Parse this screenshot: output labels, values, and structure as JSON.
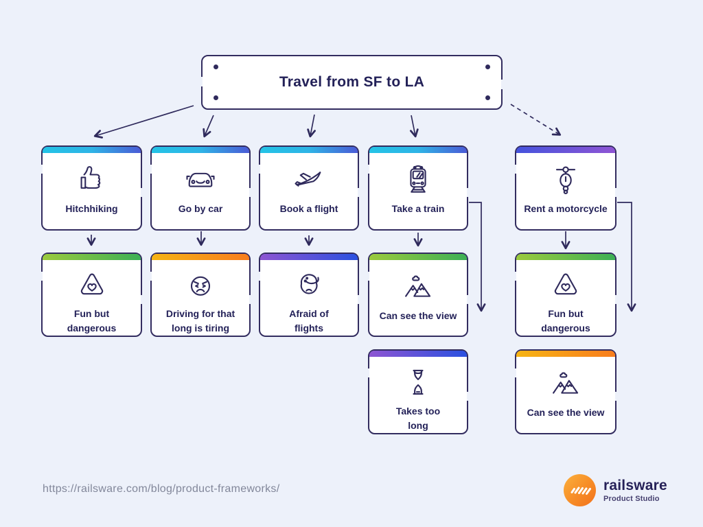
{
  "page": {
    "background": "#edf1fa",
    "line_color": "#2f2a5c",
    "text_color": "#232158"
  },
  "title_card": {
    "label": "Travel from SF to LA"
  },
  "options": [
    {
      "label": "Hitchhiking",
      "icon": "thumbs-up-icon",
      "bar": {
        "from": "#24c3e6",
        "mid": "#2eb4e6",
        "to": "#4b5bd6"
      }
    },
    {
      "label": "Go by car",
      "icon": "car-icon",
      "bar": {
        "from": "#24c3e6",
        "mid": "#2eb4e6",
        "to": "#4b5bd6"
      }
    },
    {
      "label": "Book a flight",
      "icon": "plane-icon",
      "bar": {
        "from": "#24c3e6",
        "mid": "#2eb4e6",
        "to": "#4b5bd6"
      }
    },
    {
      "label": "Take a train",
      "icon": "train-icon",
      "bar": {
        "from": "#24c3e6",
        "mid": "#2eb4e6",
        "to": "#4b5bd6"
      }
    },
    {
      "label": "Rent a motorcycle",
      "icon": "scooter-icon",
      "bar": {
        "from": "#4553dd",
        "mid": "#6a54d8",
        "to": "#8f55d4"
      }
    }
  ],
  "outcomes": [
    {
      "label": "Fun but\ndangerous",
      "icon": "heart-warning-icon",
      "bar": {
        "from": "#9bca3e",
        "mid": "#6cbd49",
        "to": "#3db055"
      }
    },
    {
      "label": "Driving for that\nlong is tiring",
      "icon": "weary-face-icon",
      "bar": {
        "from": "#f6b414",
        "mid": "#f79819",
        "to": "#f87d1d"
      }
    },
    {
      "label": "Afraid of\nflights",
      "icon": "scared-face-icon",
      "bar": {
        "from": "#8d55d2",
        "mid": "#5c53d9",
        "to": "#2b51e0"
      }
    },
    {
      "label": "Can see the view",
      "icon": "mountains-icon",
      "bar": {
        "from": "#9bca3e",
        "mid": "#6cbd49",
        "to": "#3db055"
      }
    },
    {
      "label": "Fun but\ndangerous",
      "icon": "heart-warning-icon",
      "bar": {
        "from": "#9bca3e",
        "mid": "#6cbd49",
        "to": "#3db055"
      }
    },
    {
      "label": "Takes too\nlong",
      "icon": "hourglass-icon",
      "bar": {
        "from": "#8d55d2",
        "mid": "#5c53d9",
        "to": "#2b51e0"
      }
    },
    {
      "label": "Can see the view",
      "icon": "mountains-icon",
      "bar": {
        "from": "#f6b414",
        "mid": "#f79819",
        "to": "#f87d1d"
      }
    }
  ],
  "footer": {
    "url": "https://railsware.com/blog/product-frameworks/",
    "brand": "railsware",
    "tagline": "Product Studio",
    "logo_colors": {
      "from": "#fbb03d",
      "mid": "#f78f28",
      "to": "#f2711c"
    }
  }
}
